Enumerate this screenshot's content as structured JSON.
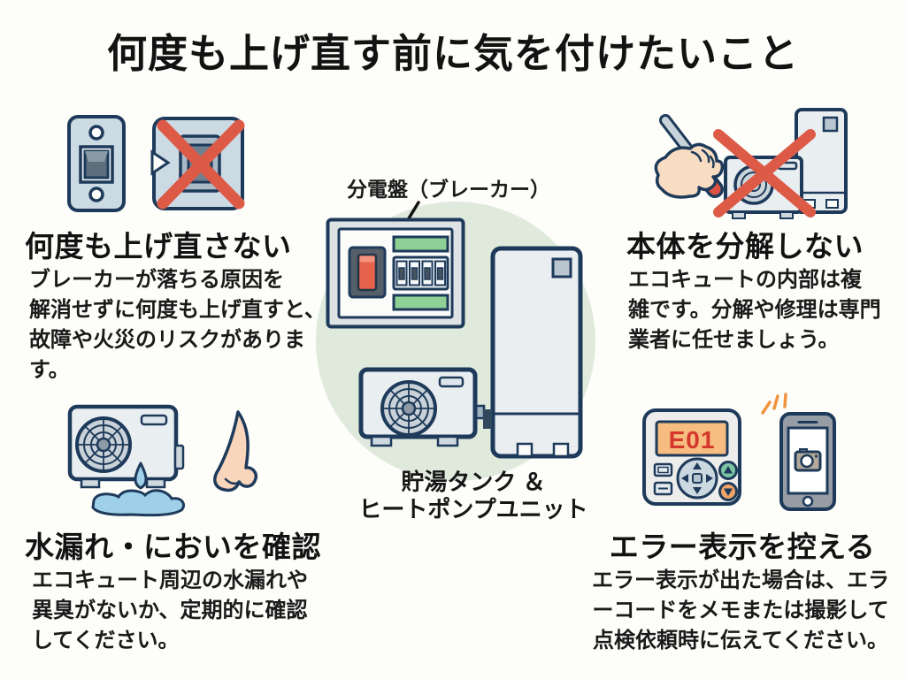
{
  "title": "何度も上げ直す前に気を付けたいこと",
  "center": {
    "panel_label": "分電盤（ブレーカー）",
    "caption_line1": "貯湯タンク ＆",
    "caption_line2": "ヒートポンプユニット",
    "illustrations": [
      "distribution-board-icon",
      "storage-tank-icon",
      "heat-pump-unit-icon"
    ]
  },
  "sections": [
    {
      "id": "no-repeat-reset",
      "icon": "breaker-switch-crossed-icon",
      "heading": "何度も上げ直さない",
      "body_lines": [
        "ブレーカーが落ちる原因を",
        "解消せずに何度も上げ直すと、",
        "故障や火災のリスクがありま",
        "す。"
      ]
    },
    {
      "id": "no-disassembly",
      "icon": "screwdriver-hand-crossed-unit-icon",
      "heading": "本体を分解しない",
      "body_lines": [
        "エコキュートの内部は複",
        "雑です。分解や修理は専門",
        "業者に任せましょう。"
      ]
    },
    {
      "id": "check-leak-smell",
      "icon": "heat-pump-leak-and-nose-icon",
      "heading": "水漏れ・においを確認",
      "body_lines": [
        "エコキュート周辺の水漏れや",
        "異臭がないか、定期的に確認",
        "してください。"
      ]
    },
    {
      "id": "note-error-display",
      "icon": "remote-error-and-smartphone-icon",
      "heading": "エラー表示を控える",
      "body_lines": [
        "エラー表示が出た場合は、エラ",
        "ーコードをメモまたは撮影して",
        "点検依頼時に伝えてください。"
      ],
      "error_code": "E01"
    }
  ],
  "colors": {
    "background": "#fdfdfa",
    "outline_navy": "#1e3a5a",
    "x_mark_red": "#dd5a47",
    "circle_green": "#dfeadd",
    "green_bar": "#8fd096",
    "main_breaker_red": "#e8614b",
    "display_bg": "#f6bc80",
    "error_text_red": "#d4372b",
    "water_blue": "#9fd0ea",
    "skin": "#f8dcc0",
    "sparkle_orange": "#ef9540",
    "button_green": "#7cc6a2",
    "button_orange": "#f2a366"
  }
}
